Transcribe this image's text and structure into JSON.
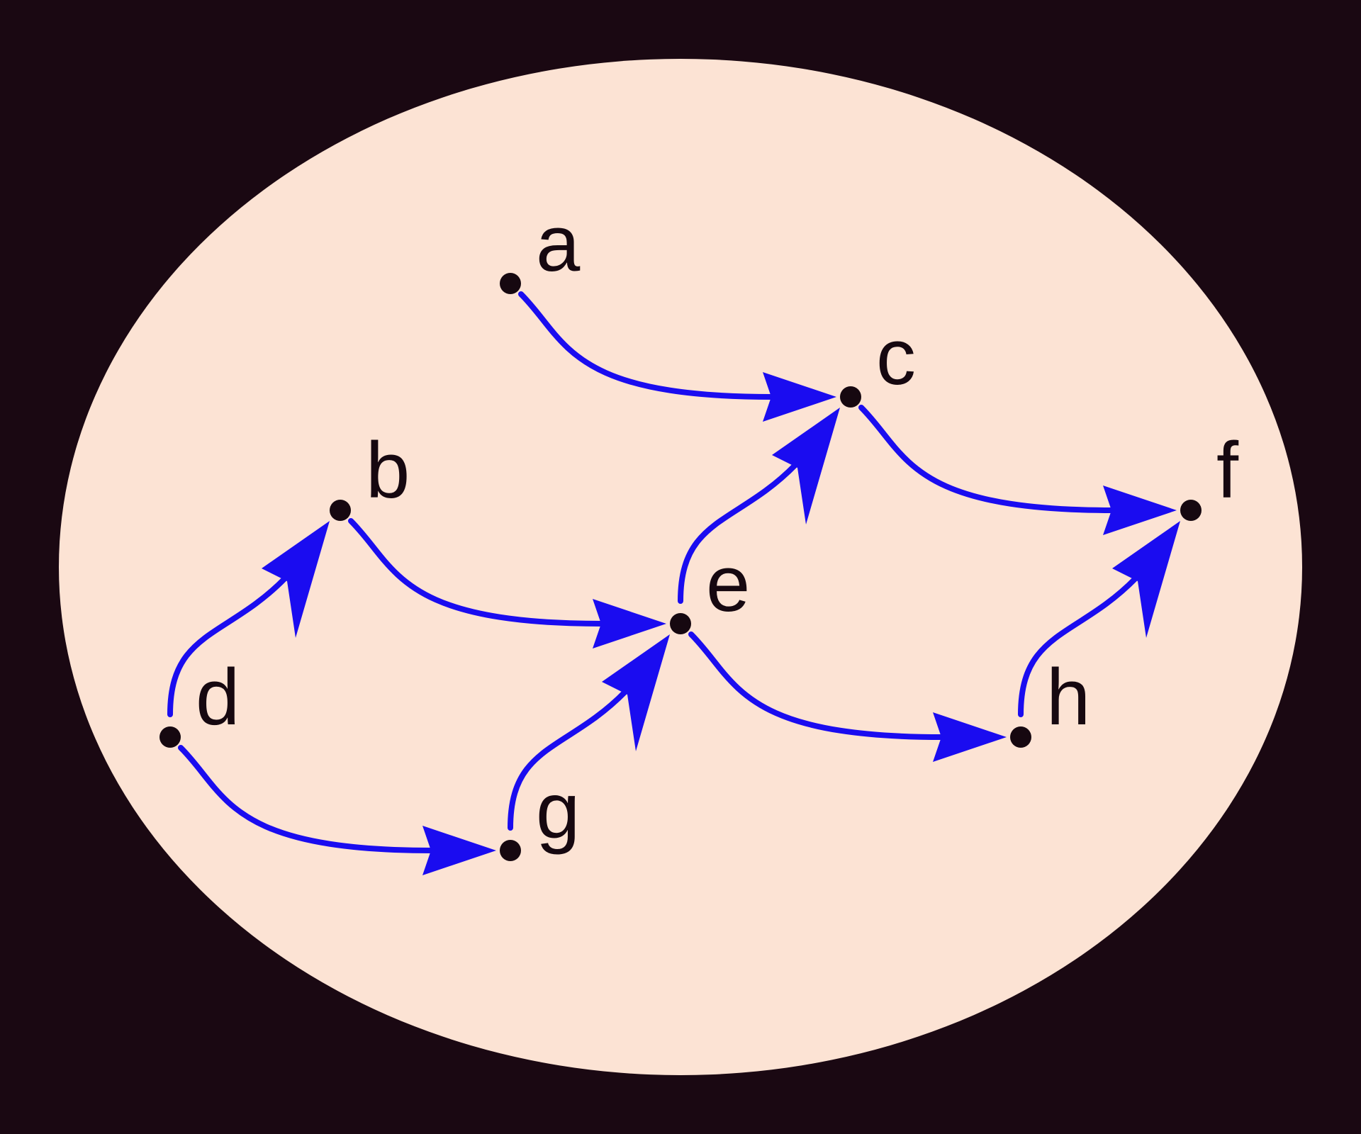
{
  "colors": {
    "background": "#1a0812",
    "ellipse_fill": "#fce3d4",
    "edge": "#1a0cf0",
    "node": "#160810",
    "label": "#160810"
  },
  "diagram": {
    "type": "directed-graph",
    "nodes": [
      {
        "id": "a",
        "label": "a"
      },
      {
        "id": "b",
        "label": "b"
      },
      {
        "id": "c",
        "label": "c"
      },
      {
        "id": "d",
        "label": "d"
      },
      {
        "id": "e",
        "label": "e"
      },
      {
        "id": "f",
        "label": "f"
      },
      {
        "id": "g",
        "label": "g"
      },
      {
        "id": "h",
        "label": "h"
      }
    ],
    "edges": [
      {
        "from": "a",
        "to": "c"
      },
      {
        "from": "b",
        "to": "e"
      },
      {
        "from": "c",
        "to": "f"
      },
      {
        "from": "d",
        "to": "b"
      },
      {
        "from": "d",
        "to": "g"
      },
      {
        "from": "e",
        "to": "c"
      },
      {
        "from": "e",
        "to": "h"
      },
      {
        "from": "g",
        "to": "e"
      },
      {
        "from": "h",
        "to": "f"
      }
    ]
  }
}
